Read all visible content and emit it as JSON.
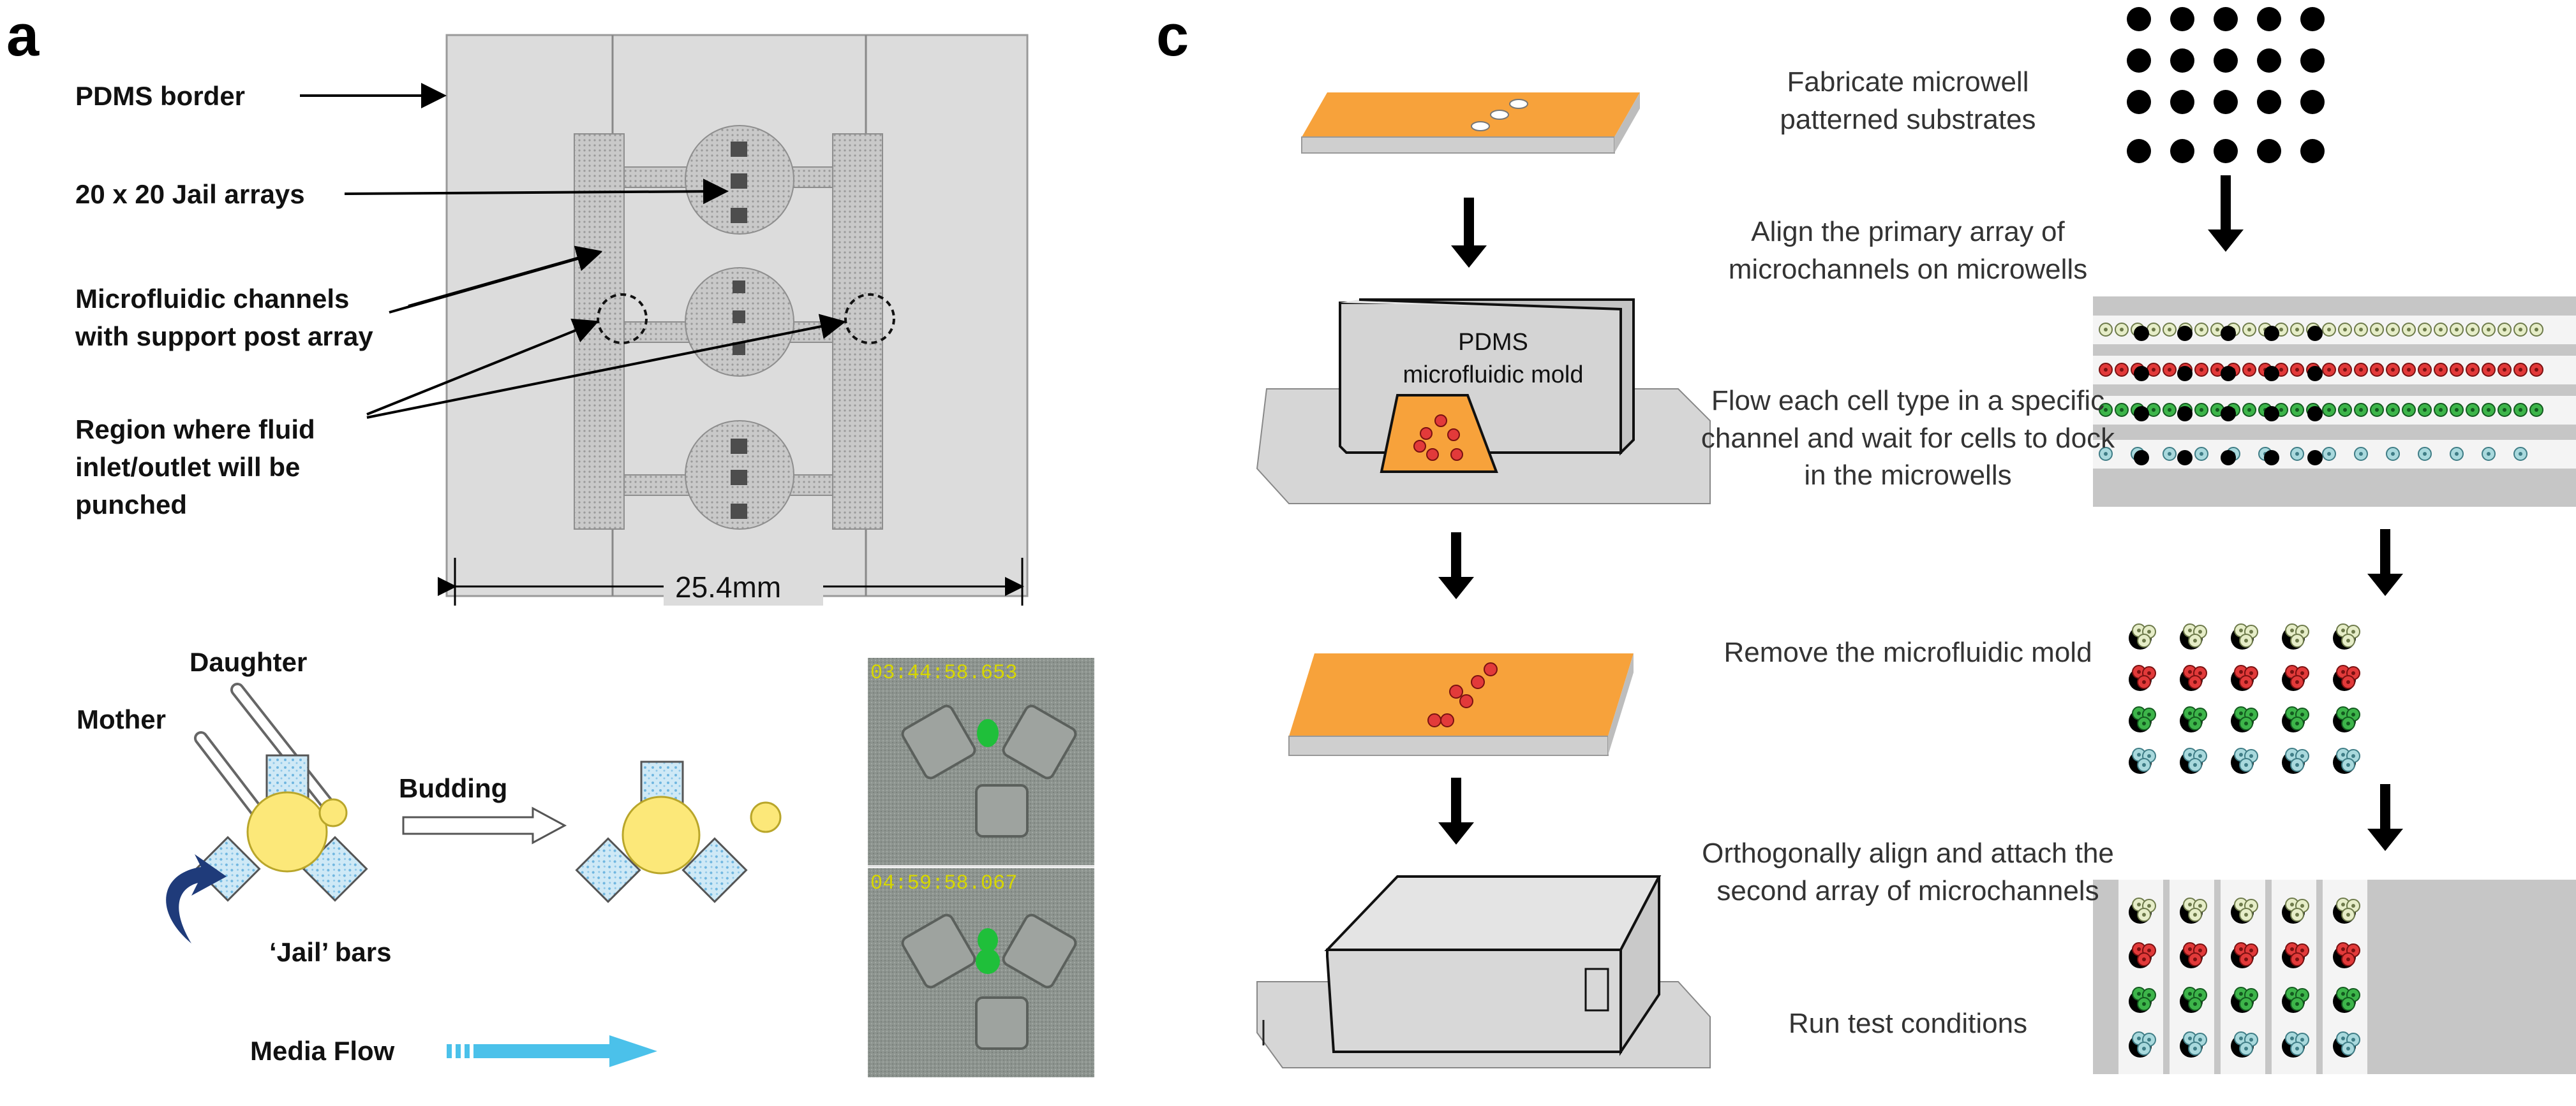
{
  "panels": {
    "a": {
      "label": "a",
      "chip": {
        "labels": {
          "pdms_border": "PDMS border",
          "jail_arrays": "20 x 20 Jail arrays",
          "microfluidic_channels": "Microfluidic channels\nwith support post array",
          "inlet_region": "Region where fluid\ninlet/outlet will be\npunched"
        },
        "dimension": "25.4mm"
      },
      "budding": {
        "daughter": "Daughter",
        "mother": "Mother",
        "budding": "Budding",
        "jail_bars": "‘Jail’ bars",
        "media_flow": "Media Flow"
      },
      "micrographs": {
        "timestamp_top": "03:44:58.653",
        "timestamp_bottom": "04:59:58.067"
      }
    },
    "c": {
      "label": "c",
      "steps": [
        "Fabricate microwell\npatterned substrates",
        "Align the primary array of\nmicrochannels on microwells",
        "Flow each cell type in a specific\nchannel and wait for cells to dock\nin the microwells",
        "Remove the microfluidic mold",
        "Orthogonally align and attach the\nsecond array of microchannels",
        "Run test conditions"
      ],
      "mold_label": "PDMS\nmicrofluidic mold"
    }
  },
  "colors": {
    "orange": "#F7A23B",
    "cell_red": "#E23A3A",
    "cell_green": "#3DB54A",
    "cell_cream": "#E6EDC8",
    "cell_blue": "#A9D9DD",
    "yeast_yellow": "#FCE879",
    "jail_blue": "#CDE9F6",
    "flow_cyan": "#4BC1EA",
    "bud_green": "#1FBF3A",
    "curve_arrow": "#1F3B7A"
  }
}
